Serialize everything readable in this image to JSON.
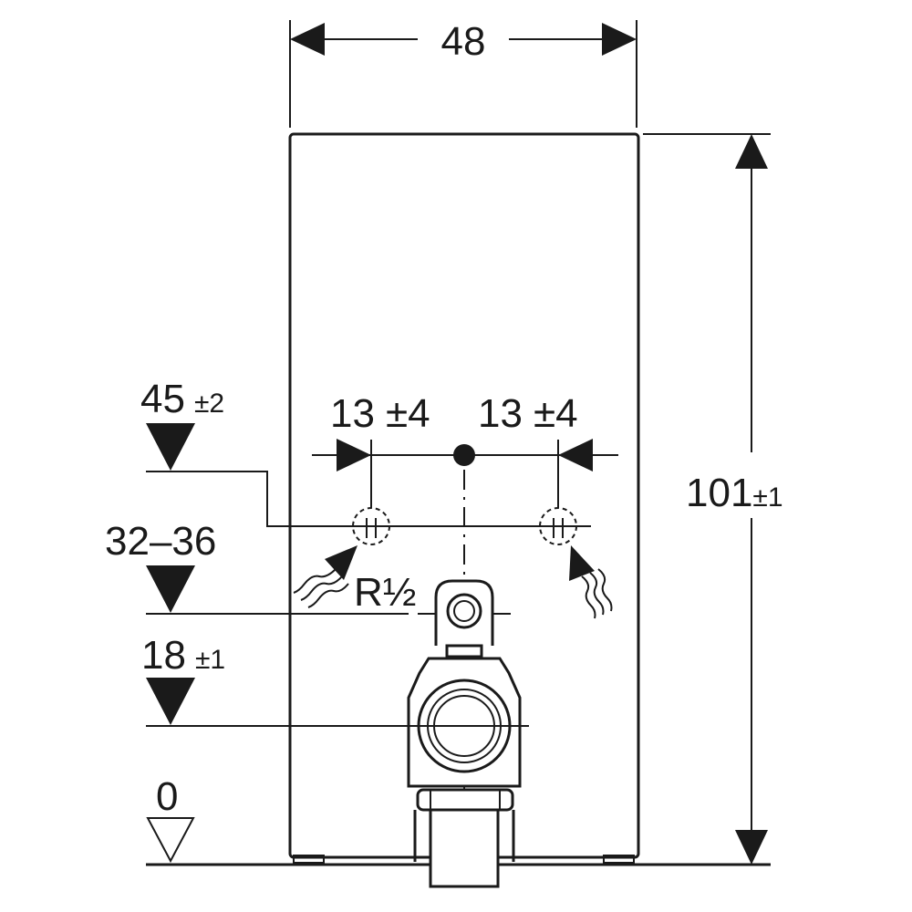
{
  "dimensions": {
    "width": "48",
    "height_main": "101",
    "height_tol": "±1",
    "offset_left_main": "13",
    "offset_left_tol": "±4",
    "offset_right_main": "13",
    "offset_right_tol": "±4",
    "level_inlet_main": "45",
    "level_inlet_tol": "±2",
    "level_range": "32–36",
    "level_drain_main": "18",
    "level_drain_tol": "±1",
    "level_floor": "0",
    "thread_label": "R½"
  },
  "colors": {
    "line": "#1a1a1a",
    "background": "#ffffff"
  }
}
